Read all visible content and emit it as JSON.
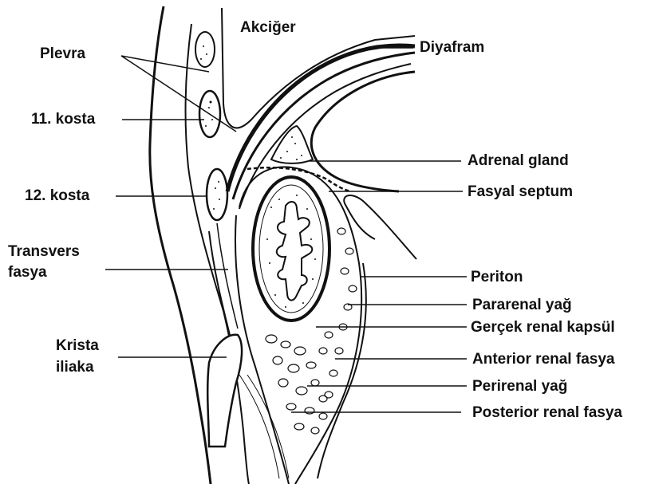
{
  "labels": {
    "akciger": "Akciğer",
    "plevra": "Plevra",
    "diyafram": "Diyafram",
    "kosta11": "11. kosta",
    "kosta12": "12. kosta",
    "adrenal": "Adrenal gland",
    "fasyal_septum": "Fasyal septum",
    "transvers_1": "Transvers",
    "transvers_2": "fasya",
    "periton": "Periton",
    "pararenal": "Pararenal yağ",
    "gercek_kapsul": "Gerçek renal kapsül",
    "krista_1": "Krista",
    "krista_2": "iliaka",
    "anterior": "Anterior renal fasya",
    "perirenal": "Perirenal yağ",
    "posterior": "Posterior renal fasya"
  },
  "colors": {
    "ink": "#111111",
    "paper": "#ffffff"
  }
}
